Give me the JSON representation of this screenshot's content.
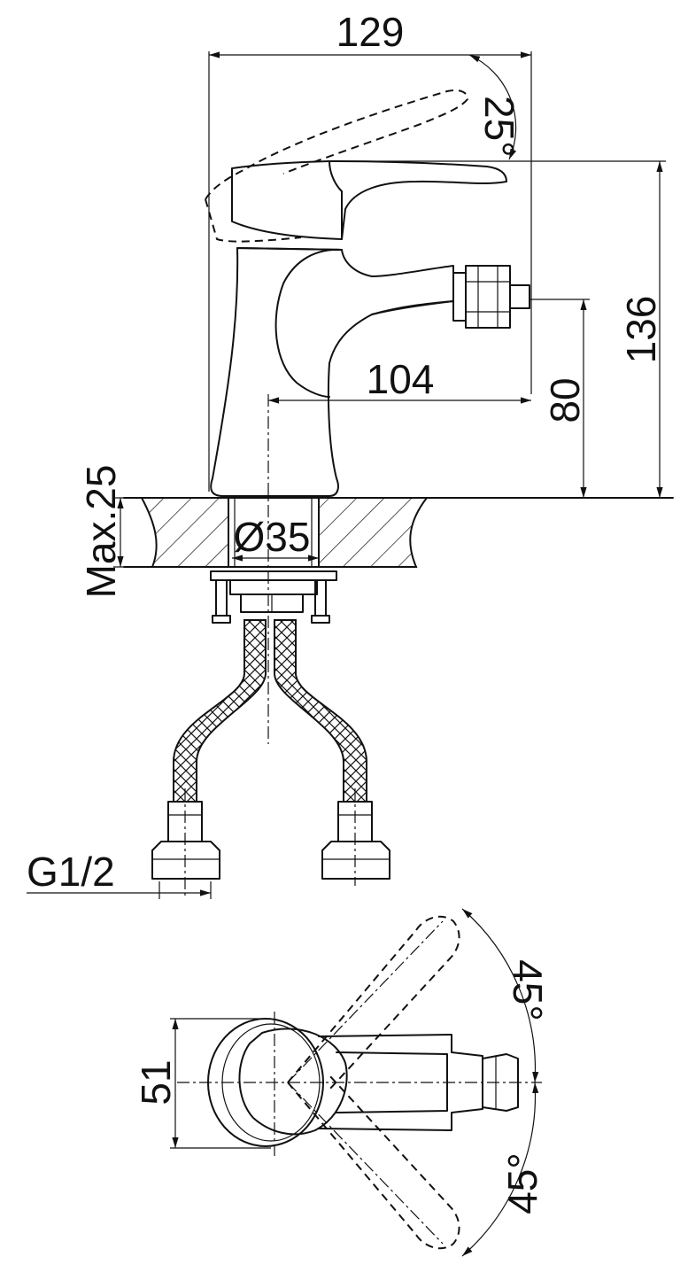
{
  "side_view": {
    "width_dim": "129",
    "lever_angle": "25°",
    "height_dim": "136",
    "spout_reach": "104",
    "spout_height": "80",
    "max_thickness": "Max.25",
    "hole_diameter": "Ø35",
    "thread": "G1/2"
  },
  "top_view": {
    "body_width": "51",
    "angle_upper": "45°",
    "angle_lower": "45°"
  }
}
